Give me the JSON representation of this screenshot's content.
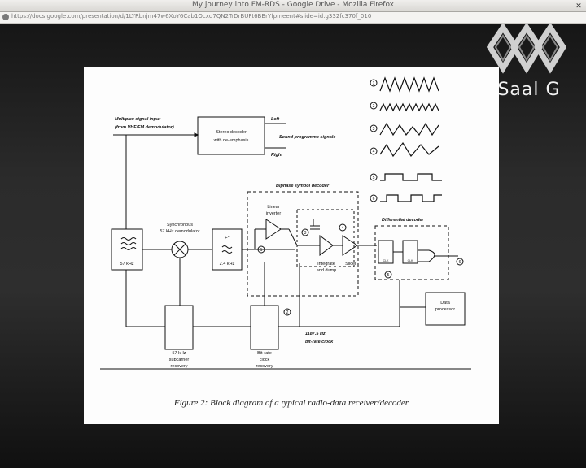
{
  "window": {
    "title": "My journey into FM-RDS - Google Drive - Mozilla Firefox",
    "url": "https://docs.google.com/presentation/d/1LYRbnjm47w6XoY6Cab1Ocxq7QN2TrDrBUFt6BBrYfpmeent#slide=id.g332fc370f_010"
  },
  "brand": {
    "name": "Saal G",
    "logo_icon": "diamond-chain-logo-icon"
  },
  "figure": {
    "caption": "Figure 2: Block diagram of a typical radio-data receiver/decoder",
    "labels": {
      "multiplex_input": "Multiplex signal input",
      "demodulator": "(from VHF/FM demodulator)",
      "stereo_decoder_1": "Stereo decoder",
      "stereo_decoder_2": "with de-emphasis",
      "left": "Left",
      "right": "Right",
      "sound_programme": "Sound programme signals",
      "biphase_decoder": "Biphase symbol decoder",
      "linear_inverter_1": "Linear",
      "linear_inverter_2": "inverter",
      "synchronous": "Synchronous",
      "demodulator_57": "57 kHz demodulator",
      "filter_57": "57 kHz",
      "filter_lp": "2.4 kHz",
      "filter_sym": "F*",
      "integrate_1": "Integrate",
      "integrate_2": "and dump",
      "slicer": "Slicer",
      "differential_decoder": "Differential decoder",
      "data_processor_1": "Data",
      "data_processor_2": "processor",
      "subcarrier_1": "57 kHz",
      "subcarrier_2": "subcarrier",
      "subcarrier_3": "recovery",
      "bitrate_1": "Bit-rate",
      "bitrate_2": "clock",
      "bitrate_3": "recovery",
      "clock_freq": "1187.5 Hz",
      "clock_name": "bit-rate clock",
      "ff_clk": "CLK"
    },
    "node_numbers": [
      "1",
      "2",
      "3",
      "4",
      "5",
      "6"
    ]
  }
}
